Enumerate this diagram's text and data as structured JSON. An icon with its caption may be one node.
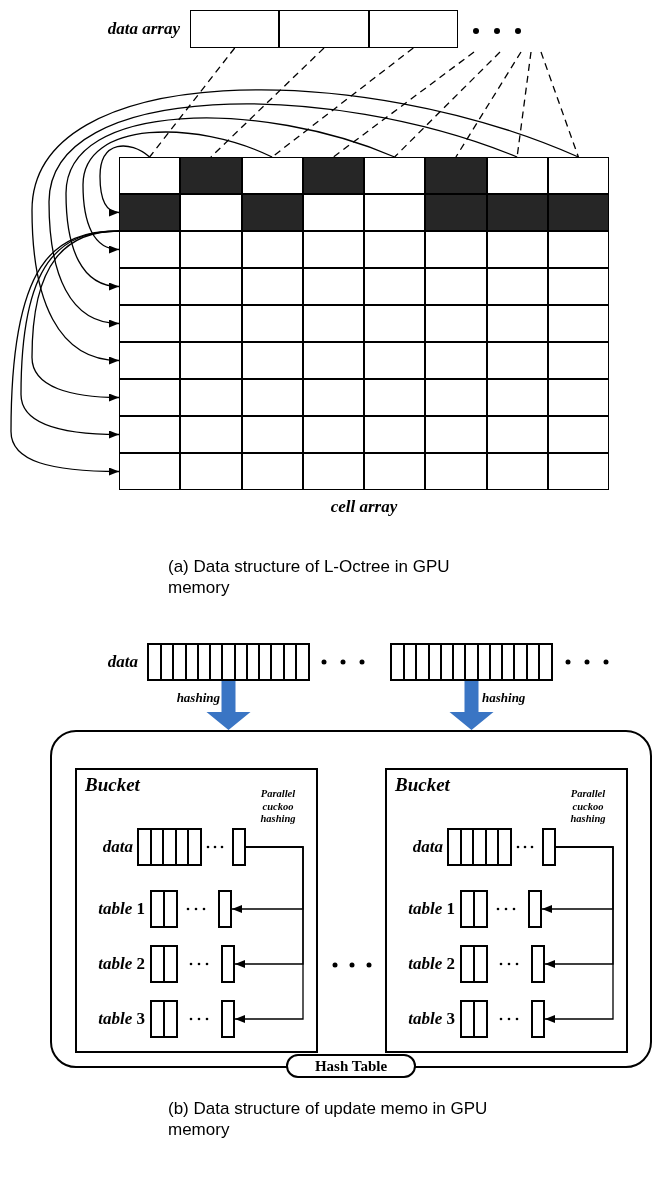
{
  "diagram": {
    "nodes": [
      {
        "text": [],
        "shape": "box",
        "beside": [
          "data array"
        ]
      },
      {
        "text": [],
        "shape": "box",
        "in": 0
      },
      {
        "text": [],
        "shape": "box",
        "in": 0
      },
      {
        "text": [],
        "shape": "box",
        "in": 0
      },
      {
        "text": [],
        "shape": "box",
        "beside": [
          "cell array"
        ]
      },
      {
        "text": [],
        "shape": "box",
        "in": 4
      },
      {
        "text": [],
        "shape": "box",
        "in": 4
      },
      {
        "text": [],
        "shape": "box",
        "in": 4
      },
      {
        "text": [],
        "shape": "box",
        "in": 4
      },
      {
        "text": [],
        "shape": "box",
        "in": 4
      },
      {
        "text": [],
        "shape": "box",
        "in": 4
      },
      {
        "text": [],
        "shape": "box",
        "in": 4
      },
      {
        "text": [],
        "shape": "box",
        "in": 4
      },
      {
        "text": [],
        "shape": "box",
        "in": 4
      },
      {
        "text": [],
        "shape": "box",
        "in": 4
      },
      {
        "text": [],
        "shape": "box",
        "in": 4
      },
      {
        "text": [],
        "shape": "box",
        "in": 4
      },
      {
        "text": [],
        "shape": "box",
        "in": 4
      },
      {
        "text": [],
        "shape": "box",
        "in": 4
      },
      {
        "text": [],
        "shape": "box",
        "in": 4
      },
      {
        "text": [],
        "shape": "box",
        "in": 4
      },
      {
        "text": [],
        "shape": "box",
        "in": 4
      },
      {
        "text": [],
        "shape": "box",
        "in": 4
      },
      {
        "text": [],
        "shape": "box",
        "in": 4
      },
      {
        "text": [],
        "shape": "box",
        "in": 4
      },
      {
        "text": [],
        "shape": "box",
        "in": 4
      },
      {
        "text": [],
        "shape": "box",
        "in": 4
      },
      {
        "text": [],
        "shape": "box",
        "in": 4
      },
      {
        "text": [],
        "shape": "box",
        "in": 4
      },
      {
        "text": [],
        "shape": "box",
        "in": 4
      },
      {
        "text": [],
        "shape": "box",
        "in": 4
      },
      {
        "text": [],
        "shape": "box",
        "in": 4
      },
      {
        "text": [],
        "shape": "box",
        "in": 4
      },
      {
        "text": [],
        "shape": "box",
        "in": 4
      },
      {
        "text": [],
        "shape": "box",
        "in": 4
      },
      {
        "text": [],
        "shape": "box",
        "in": 4
      },
      {
        "text": [],
        "shape": "box",
        "in": 4
      },
      {
        "text": [],
        "shape": "box",
        "in": 4
      },
      {
        "text": [],
        "shape": "box",
        "in": 4
      },
      {
        "text": [],
        "shape": "box",
        "in": 4
      },
      {
        "text": [],
        "shape": "box",
        "in": 4
      },
      {
        "text": [],
        "shape": "box",
        "in": 4
      },
      {
        "text": [],
        "shape": "box",
        "in": 4
      },
      {
        "text": [],
        "shape": "box",
        "in": 4
      },
      {
        "text": [],
        "shape": "box",
        "in": 4
      },
      {
        "text": [],
        "shape": "box",
        "in": 4
      },
      {
        "text": [],
        "shape": "box",
        "in": 4
      },
      {
        "text": [],
        "shape": "box",
        "in": 4
      },
      {
        "text": [],
        "shape": "box",
        "in": 4
      },
      {
        "text": [],
        "shape": "box",
        "in": 4
      },
      {
        "text": [],
        "shape": "box",
        "in": 4
      },
      {
        "text": [],
        "shape": "box",
        "in": 4
      },
      {
        "text": [],
        "shape": "box",
        "in": 4
      },
      {
        "text": [],
        "shape": "box",
        "in": 4
      },
      {
        "text": [],
        "shape": "box",
        "in": 4
      },
      {
        "text": [],
        "shape": "box",
        "in": 4
      },
      {
        "text": [],
        "shape": "box",
        "in": 4
      },
      {
        "text": [],
        "shape": "box",
        "in": 4
      },
      {
        "text": [],
        "shape": "box",
        "in": 4
      },
      {
        "text": [],
        "shape": "box",
        "in": 4
      },
      {
        "text": [],
        "shape": "box",
        "in": 4
      },
      {
        "text": [],
        "shape": "box",
        "in": 4
      },
      {
        "text": [],
        "shape": "box",
        "in": 4
      },
      {
        "text": [],
        "shape": "box",
        "in": 4
      },
      {
        "text": [],
        "shape": "box",
        "in": 4
      },
      {
        "text": [],
        "shape": "box",
        "in": 4
      },
      {
        "text": [],
        "shape": "box",
        "in": 4
      },
      {
        "text": [],
        "shape": "box",
        "in": 4
      },
      {
        "text": [],
        "shape": "box",
        "in": 4
      },
      {
        "text": [],
        "shape": "box",
        "in": 4
      },
      {
        "text": [],
        "shape": "box",
        "in": 4
      },
      {
        "text": [],
        "shape": "box",
        "in": 4
      },
      {
        "text": [],
        "shape": "box",
        "in": 4
      },
      {
        "text": [],
        "shape": "box",
        "in": 4
      },
      {
        "text": [],
        "shape": "box",
        "in": 4
      },
      {
        "text": [],
        "shape": "box",
        "in": 4
      },
      {
        "text": [],
        "shape": "box",
        "in": 4
      },
      {
        "text": [],
        "shape": "box",
        "beside": [
          "data"
        ]
      },
      {
        "text": [],
        "shape": "box"
      },
      {
        "text": [
          "Hash Table"
        ]
      },
      {
        "text": [
          "Bucket"
        ],
        "in": 79
      },
      {
        "text": [],
        "shape": "box",
        "in": 80,
        "beside": [
          "data"
        ]
      },
      {
        "text": [],
        "shape": "box",
        "in": 80
      },
      {
        "text": [],
        "shape": "box",
        "in": 80,
        "beside": [
          "*table* 1"
        ]
      },
      {
        "text": [],
        "shape": "box",
        "in": 80
      },
      {
        "text": [],
        "shape": "box",
        "in": 80,
        "beside": [
          "*table* 2"
        ]
      },
      {
        "text": [],
        "shape": "box",
        "in": 80
      },
      {
        "text": [],
        "shape": "box",
        "in": 80,
        "beside": [
          "*table* 3"
        ]
      },
      {
        "text": [],
        "shape": "box",
        "in": 80
      },
      {
        "text": [
          "Bucket"
        ],
        "in": 79
      },
      {
        "text": [],
        "shape": "box",
        "in": 89,
        "beside": [
          "data"
        ]
      },
      {
        "text": [],
        "shape": "box",
        "in": 89
      },
      {
        "text": [],
        "shape": "box",
        "in": 89,
        "beside": [
          "*table* 1"
        ]
      },
      {
        "text": [],
        "shape": "box",
        "in": 89
      },
      {
        "text": [],
        "shape": "box",
        "in": 89,
        "beside": [
          "*table* 2"
        ]
      },
      {
        "text": [],
        "shape": "box",
        "in": 89
      },
      {
        "text": [],
        "shape": "box",
        "in": 89,
        "beside": [
          "*table* 3"
        ]
      },
      {
        "text": [],
        "shape": "box",
        "in": 89
      }
    ],
    "edges": [
      {
        "from": 1,
        "to": 5,
        "arrow": "none",
        "style": "dashed"
      },
      {
        "from": 2,
        "to": 6,
        "arrow": "none",
        "style": "dashed"
      },
      {
        "from": 3,
        "to": 7,
        "arrow": "none",
        "style": "dashed"
      },
      {
        "from": null,
        "to": 8,
        "arrow": "none",
        "style": "dashed"
      },
      {
        "from": null,
        "to": 9,
        "arrow": "none",
        "style": "dashed"
      },
      {
        "from": null,
        "to": 10,
        "arrow": "none",
        "style": "dashed"
      },
      {
        "from": null,
        "to": 11,
        "arrow": "none",
        "style": "dashed"
      },
      {
        "from": null,
        "to": 12,
        "arrow": "none",
        "style": "dashed"
      },
      {
        "from": 5,
        "to": 13,
        "arrow": "to"
      },
      {
        "from": 7,
        "to": 21,
        "arrow": "to"
      },
      {
        "from": 9,
        "to": 29,
        "arrow": "to"
      },
      {
        "from": 11,
        "to": 37,
        "arrow": "to"
      },
      {
        "from": 12,
        "to": 45,
        "arrow": "to"
      },
      {
        "from": 14,
        "to": 53,
        "arrow": "to"
      },
      {
        "from": 16,
        "to": 61,
        "arrow": "to"
      },
      {
        "from": 17,
        "to": 69,
        "arrow": "to"
      },
      {
        "from": 77,
        "to": 79,
        "arrow": "to",
        "label": "hashing",
        "style": "thick",
        "color": "#3a75c4"
      },
      {
        "from": 78,
        "to": 79,
        "arrow": "to",
        "label": "hashing",
        "style": "thick",
        "color": "#3a75c4"
      },
      {
        "from": 82,
        "to": 84,
        "arrow": "to",
        "label": "Parallel cuckoo hashing"
      },
      {
        "from": 82,
        "to": 86,
        "arrow": "to"
      },
      {
        "from": 82,
        "to": 88,
        "arrow": "to"
      },
      {
        "from": 91,
        "to": 93,
        "arrow": "to",
        "label": "Parallel cuckoo hashing"
      },
      {
        "from": 91,
        "to": 95,
        "arrow": "to"
      },
      {
        "from": 91,
        "to": 97,
        "arrow": "to"
      }
    ],
    "labels": [
      "(a) Data structure of L-Octree in GPU memory",
      "(b) Data structure of update memo in GPU memory"
    ]
  }
}
